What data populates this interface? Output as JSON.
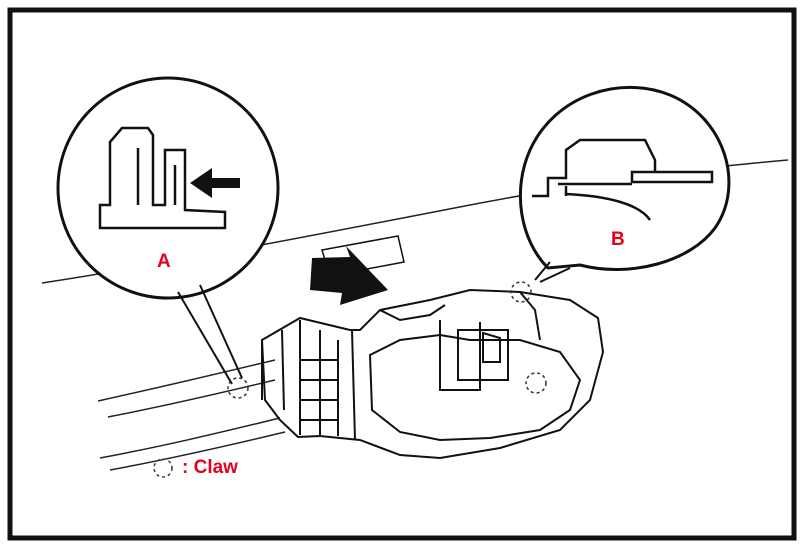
{
  "callouts": {
    "a_label": "A",
    "b_label": "B"
  },
  "legend": {
    "claw_text": ": Claw",
    "claw_symbol_icon": "dashed-circle-icon"
  },
  "colors": {
    "label_red": "#e8001c",
    "line": "#111111",
    "background": "#ffffff"
  }
}
